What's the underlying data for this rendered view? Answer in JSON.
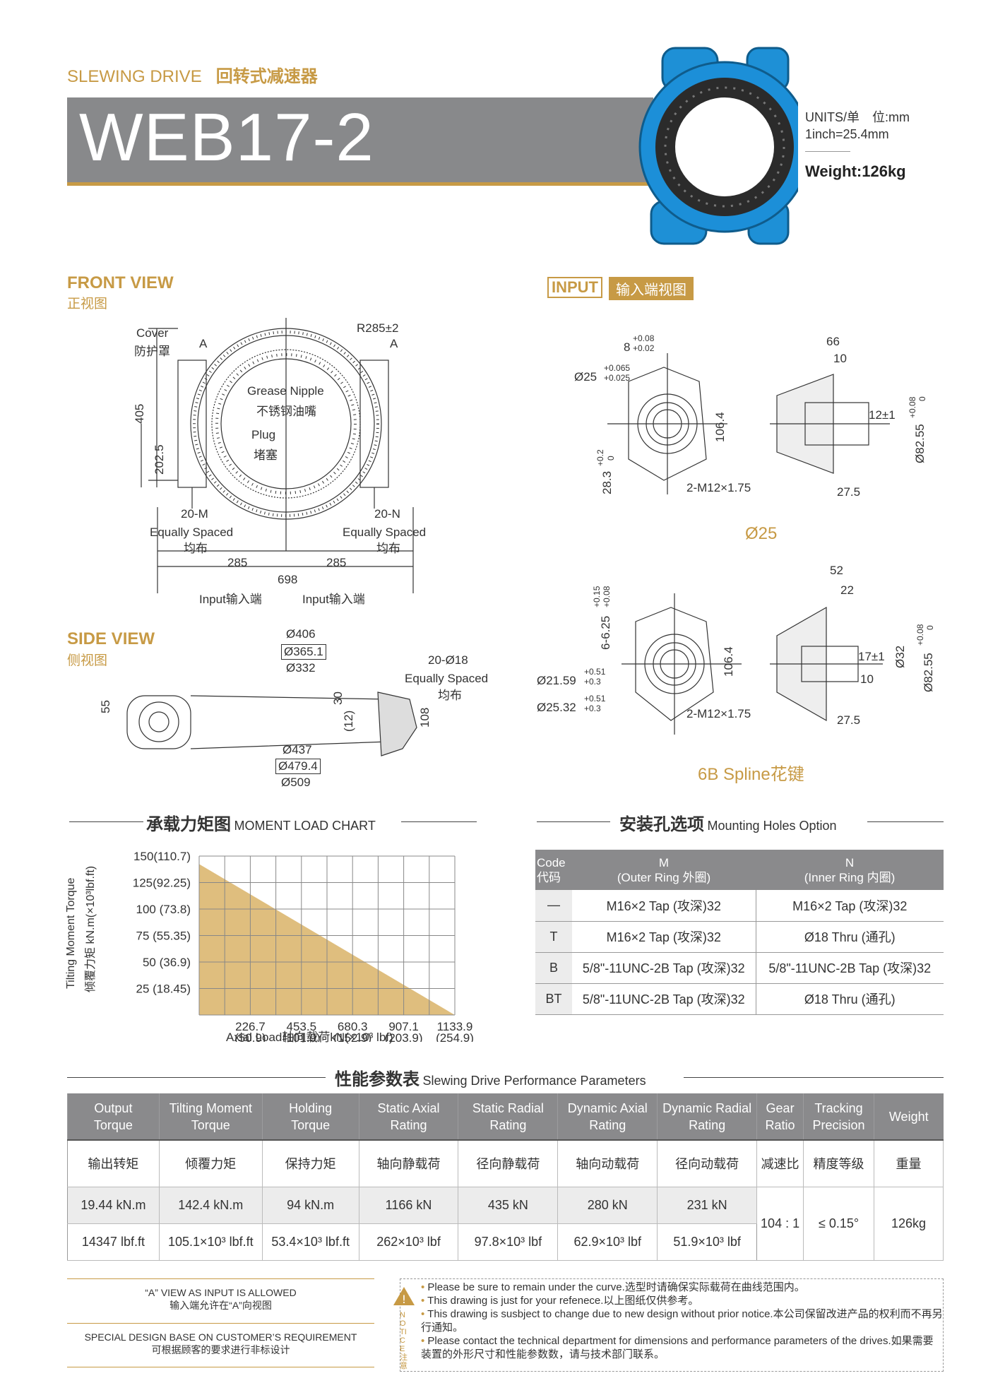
{
  "header": {
    "series": "SLEWING DRIVE",
    "series_cn": "回转式减速器",
    "model": "WEB17-2",
    "units": "UNITS/单　位:mm",
    "inch": "1inch=25.4mm",
    "weight": "Weight:126kg"
  },
  "front": {
    "title": "FRONT VIEW",
    "title_cn": "正视图",
    "cover": "Cover",
    "cover_cn": "防护罩",
    "a1": "A",
    "a2": "A",
    "r": "R285±2",
    "grease": "Grease Nipple",
    "grease_cn": "不锈钢油嘴",
    "plug": "Plug",
    "plug_cn": "堵塞",
    "d405": "405",
    "d2025": "202.5",
    "m": "20-M",
    "n": "20-N",
    "eq1": "Equally Spaced",
    "eq1_cn": "均布",
    "eq2": "Equally Spaced",
    "eq2_cn": "均布",
    "d285a": "285",
    "d285b": "285",
    "d698": "698",
    "in1": "Input输入端",
    "in2": "Input输入端"
  },
  "input": {
    "title": "INPUT",
    "title_cn": "输入端视图",
    "d8": "8",
    "d8tol_u": "+0.08",
    "d8tol_l": "+0.02",
    "d25": "Ø25",
    "d25tol_u": "+0.065",
    "d25tol_l": "+0.025",
    "d1064": "106.4",
    "d283": "28.3",
    "d283tol_u": "+0.2",
    "d283tol_l": "0",
    "m12": "2-M12×1.75",
    "d66": "66",
    "d10": "10",
    "d12": "12±1",
    "d8255": "Ø82.55",
    "d8255tol_u": "+0.08",
    "d8255tol_l": "0",
    "d275": "27.5",
    "caption": "Ø25"
  },
  "spline": {
    "d52": "52",
    "d22": "22",
    "d625": "6-6.25",
    "d625tol_u": "+0.15",
    "d625tol_l": "+0.08",
    "d2159": "Ø21.59",
    "d2159tol_u": "+0.51",
    "d2159tol_l": "+0.3",
    "d2532": "Ø25.32",
    "d2532tol_u": "+0.51",
    "d2532tol_l": "+0.3",
    "d1064": "106.4",
    "m12": "2-M12×1.75",
    "d17": "17±1",
    "d32": "Ø32",
    "d10": "10",
    "d8255": "Ø82.55",
    "d8255tol_u": "+0.08",
    "d8255tol_l": "0",
    "d275": "27.5",
    "caption": "6B Spline花键"
  },
  "side": {
    "title": "SIDE VIEW",
    "title_cn": "侧视图",
    "d406": "Ø406",
    "d3651": "Ø365.1",
    "d332": "Ø332",
    "n18": "20-Ø18",
    "eq": "Equally Spaced",
    "eq_cn": "均布",
    "d55": "55",
    "d30": "30",
    "d12": "(12)",
    "d108": "108",
    "d437": "Ø437",
    "d4794": "Ø479.4",
    "d509": "Ø509"
  },
  "chart_data": {
    "type": "area",
    "title": "承载力矩图",
    "title_en": "MOMENT LOAD CHART",
    "xlabel": "Axial Load轴向载荷kN(×10³ lbf)",
    "ylabel": "Tilting Moment Torque",
    "ylabel_cn": "倾覆力矩 kN.m(×10³lbf.ft)",
    "x_ticks": [
      "226.7",
      "453.5",
      "680.3",
      "907.1",
      "1133.9"
    ],
    "x_ticks_sub": [
      "(50.9)",
      "(101.9)",
      "(152.9)",
      "(203.9)",
      "(254.9)"
    ],
    "y_ticks": [
      "25 (18.45)",
      "50  (36.9)",
      "75 (55.35)",
      "100 (73.8)",
      "125(92.25)",
      "150(110.7)"
    ],
    "xlim": [
      0,
      1133.9
    ],
    "ylim": [
      0,
      150
    ],
    "series": [
      {
        "x": [
          0,
          1133.9
        ],
        "y": [
          142.4,
          0
        ]
      }
    ],
    "color": "#dfbe7e",
    "grid": true
  },
  "mount": {
    "title": "安装孔选项",
    "title_en": "Mounting Holes Option",
    "head": {
      "code": "Code",
      "code_cn": "代码",
      "m": "M",
      "m_sub": "(Outer Ring 外圈)",
      "n": "N",
      "n_sub": "(Inner Ring 内圈)"
    },
    "rows": [
      {
        "code": "—",
        "m": "M16×2 Tap (攻深)32",
        "n": "M16×2 Tap (攻深)32"
      },
      {
        "code": "T",
        "m": "M16×2 Tap (攻深)32",
        "n": "Ø18 Thru (通孔)"
      },
      {
        "code": "B",
        "m": "5/8\"-11UNC-2B Tap (攻深)32",
        "n": "5/8\"-11UNC-2B Tap (攻深)32"
      },
      {
        "code": "BT",
        "m": "5/8\"-11UNC-2B Tap (攻深)32",
        "n": "Ø18 Thru (通孔)"
      }
    ]
  },
  "perf": {
    "title": "性能参数表",
    "title_en": "Slewing Drive Performance Parameters",
    "head": [
      [
        "Output",
        "Torque"
      ],
      [
        "Tilting Moment",
        "Torque"
      ],
      [
        "Holding",
        "Torque"
      ],
      [
        "Static Axial",
        "Rating"
      ],
      [
        "Static Radial",
        "Rating"
      ],
      [
        "Dynamic Axial",
        "Rating"
      ],
      [
        "Dynamic Radial",
        "Rating"
      ],
      [
        "Gear",
        "Ratio"
      ],
      [
        "Tracking",
        "Precision"
      ],
      [
        "Weight",
        ""
      ]
    ],
    "cn": [
      "输出转矩",
      "倾覆力矩",
      "保持力矩",
      "轴向静载荷",
      "径向静载荷",
      "轴向动载荷",
      "径向动载荷",
      "减速比",
      "精度等级",
      "重量"
    ],
    "metric": [
      "19.44 kN.m",
      "142.4 kN.m",
      "94 kN.m",
      "1166 kN",
      "435 kN",
      "280 kN",
      "231 kN"
    ],
    "imperial": [
      "14347 lbf.ft",
      "105.1×10³ lbf.ft",
      "53.4×10³ lbf.ft",
      "262×10³ lbf",
      "97.8×10³ lbf",
      "62.9×10³ lbf",
      "51.9×10³ lbf"
    ],
    "ratio": "104 : 1",
    "precision": "≤ 0.15°",
    "weight": "126kg"
  },
  "notes": {
    "a_view": "“A” VIEW AS INPUT IS ALLOWED",
    "a_view_cn": "输入端允许在“A”向视图",
    "special": "SPECIAL DESIGN BASE ON CUSTOMER’S REQUIREMENT",
    "special_cn": "可根据顾客的要求进行非标设计",
    "notice": "NOTICE 注意",
    "items": [
      "Please be sure to remain under the curve.选型时请确保实际载荷在曲线范围内。",
      "This drawing is just for your refenece.以上图纸仅供参考。",
      "This drawing is susbject to change due to new design without prior notice.本公司保留改进产品的权利而不再另行通知。",
      "Please contact the technical department for dimensions and performance parameters of the drives.如果需要装置的外形尺寸和性能参数数，请与技术部门联系。"
    ]
  }
}
